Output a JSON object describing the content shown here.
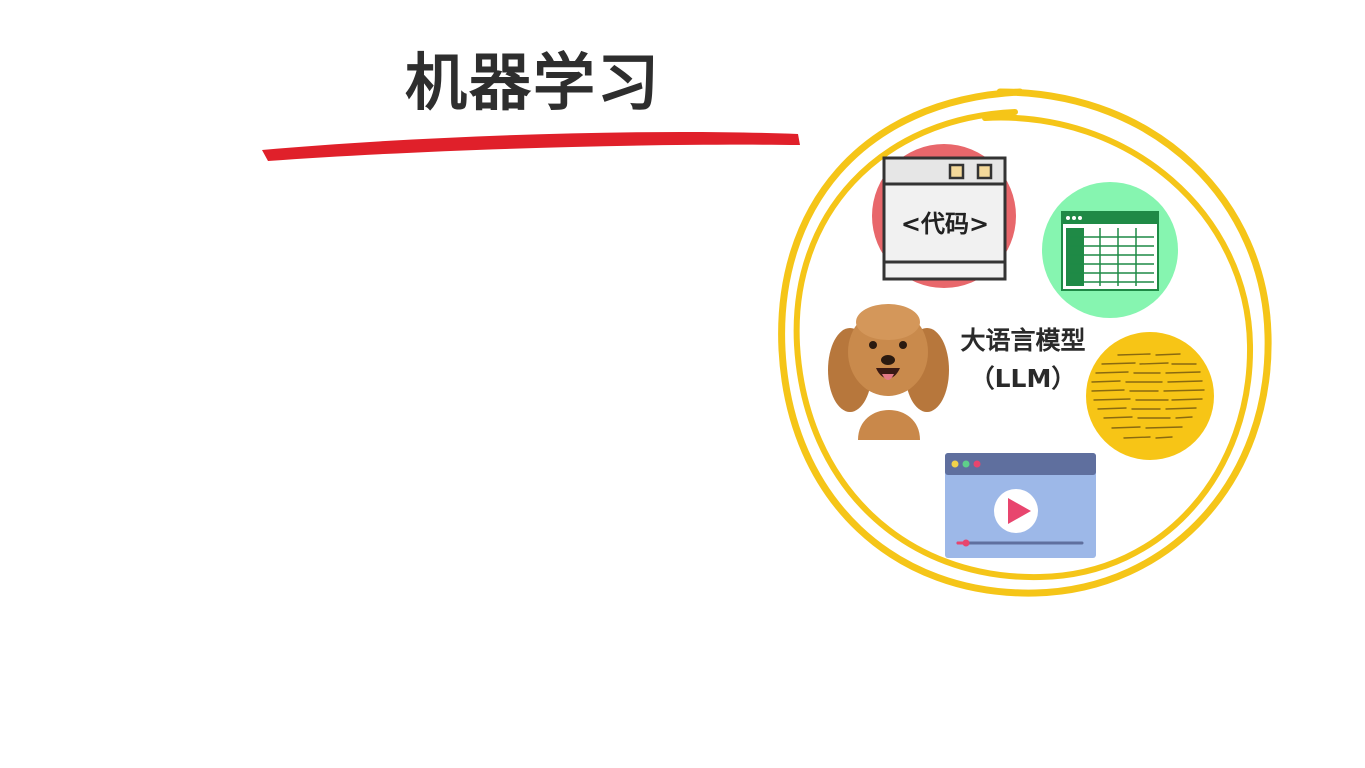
{
  "title": "机器学习",
  "circle": {
    "code_window_label": "<代码>",
    "llm_label_line1": "大语言模型",
    "llm_label_line2": "（LLM）"
  },
  "colors": {
    "title_underline": "#e0202a",
    "outer_ring": "#f5c518",
    "code_bubble": "#e8676b",
    "spreadsheet_bubble": "#86f5b0",
    "spreadsheet_header": "#1f8a46",
    "text_bubble": "#f7c516",
    "video_window": "#9db8e8",
    "play_button": "#e8456e"
  },
  "icons": [
    "code-window-icon",
    "spreadsheet-icon",
    "dog-image",
    "handwritten-text-icon",
    "video-player-icon"
  ]
}
